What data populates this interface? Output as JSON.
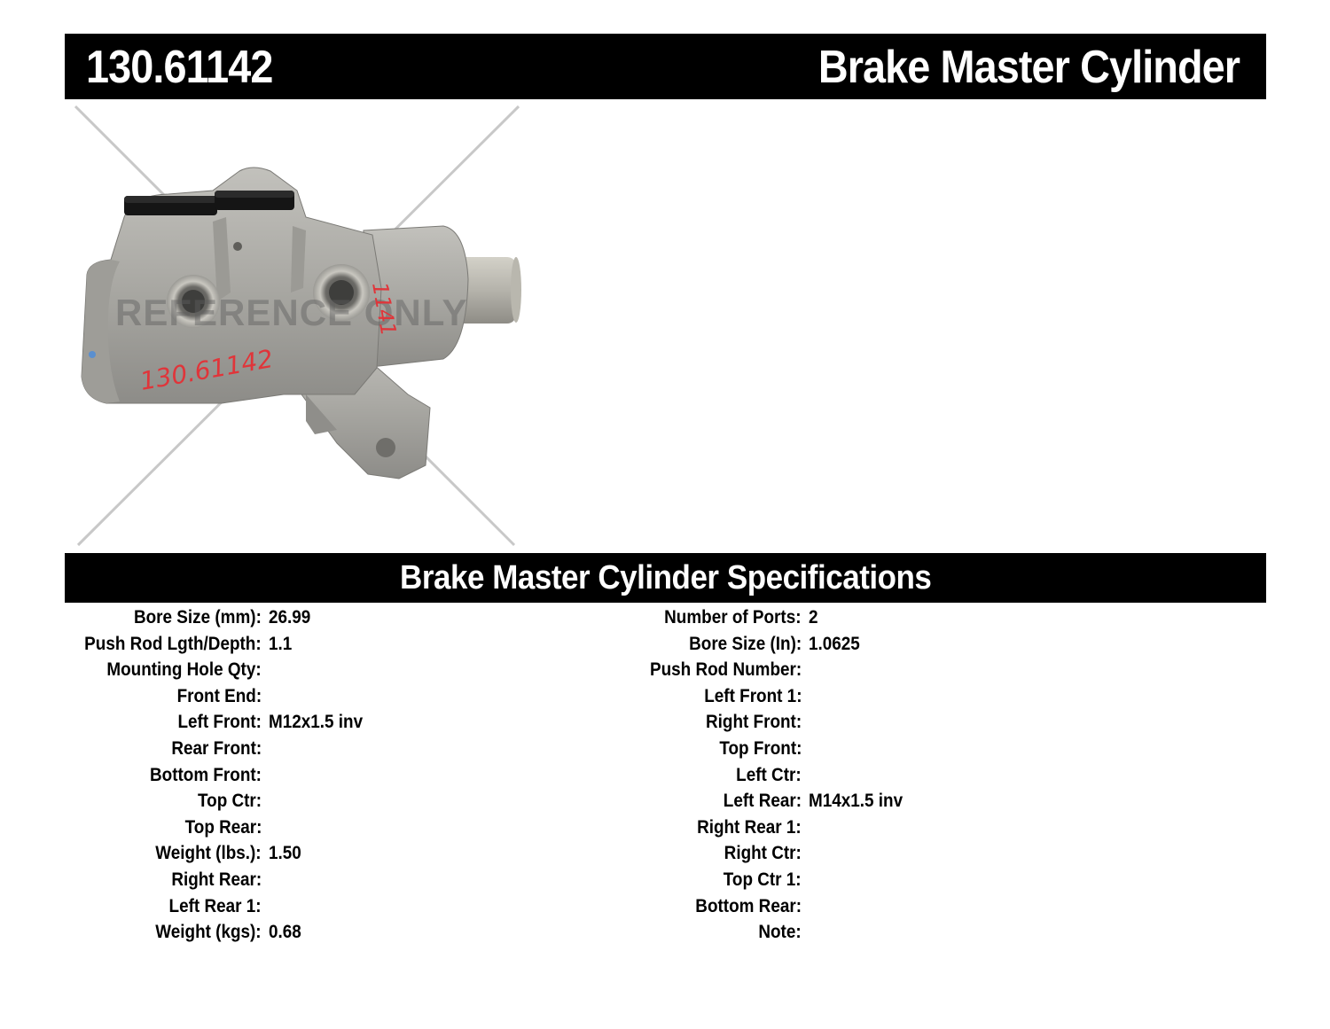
{
  "header": {
    "part_number": "130.61142",
    "product_title": "Brake Master Cylinder"
  },
  "photo": {
    "watermark": "REFERENCE ONLY",
    "handwritten_label": "130.61142",
    "side_marking": "1141"
  },
  "specs": {
    "title": "Brake Master Cylinder Specifications",
    "left": [
      {
        "label": "Bore Size (mm):",
        "value": "26.99"
      },
      {
        "label": "Push Rod Lgth/Depth:",
        "value": "1.1"
      },
      {
        "label": "Mounting Hole Qty:",
        "value": ""
      },
      {
        "label": "Front End:",
        "value": ""
      },
      {
        "label": "Left Front:",
        "value": "M12x1.5 inv"
      },
      {
        "label": "Rear Front:",
        "value": ""
      },
      {
        "label": "Bottom Front:",
        "value": ""
      },
      {
        "label": "Top Ctr:",
        "value": ""
      },
      {
        "label": "Top Rear:",
        "value": ""
      },
      {
        "label": "Weight (lbs.):",
        "value": "1.50"
      },
      {
        "label": "Right Rear:",
        "value": ""
      },
      {
        "label": "Left Rear 1:",
        "value": ""
      },
      {
        "label": "Weight (kgs):",
        "value": "0.68"
      }
    ],
    "right": [
      {
        "label": "Number of Ports:",
        "value": "2"
      },
      {
        "label": "Bore Size (In):",
        "value": "1.0625"
      },
      {
        "label": "Push Rod Number:",
        "value": ""
      },
      {
        "label": "Left Front 1:",
        "value": ""
      },
      {
        "label": "Right Front:",
        "value": ""
      },
      {
        "label": "Top Front:",
        "value": ""
      },
      {
        "label": "Left Ctr:",
        "value": ""
      },
      {
        "label": "Left Rear:",
        "value": "M14x1.5 inv"
      },
      {
        "label": "Right Rear 1:",
        "value": ""
      },
      {
        "label": "Right Ctr:",
        "value": ""
      },
      {
        "label": "Top Ctr 1:",
        "value": ""
      },
      {
        "label": "Bottom Rear:",
        "value": ""
      },
      {
        "label": "Note:",
        "value": ""
      }
    ]
  },
  "colors": {
    "bar": "#000000",
    "casting": "#a9a8a3",
    "cap": "#111111",
    "marker": "#e0353a"
  }
}
